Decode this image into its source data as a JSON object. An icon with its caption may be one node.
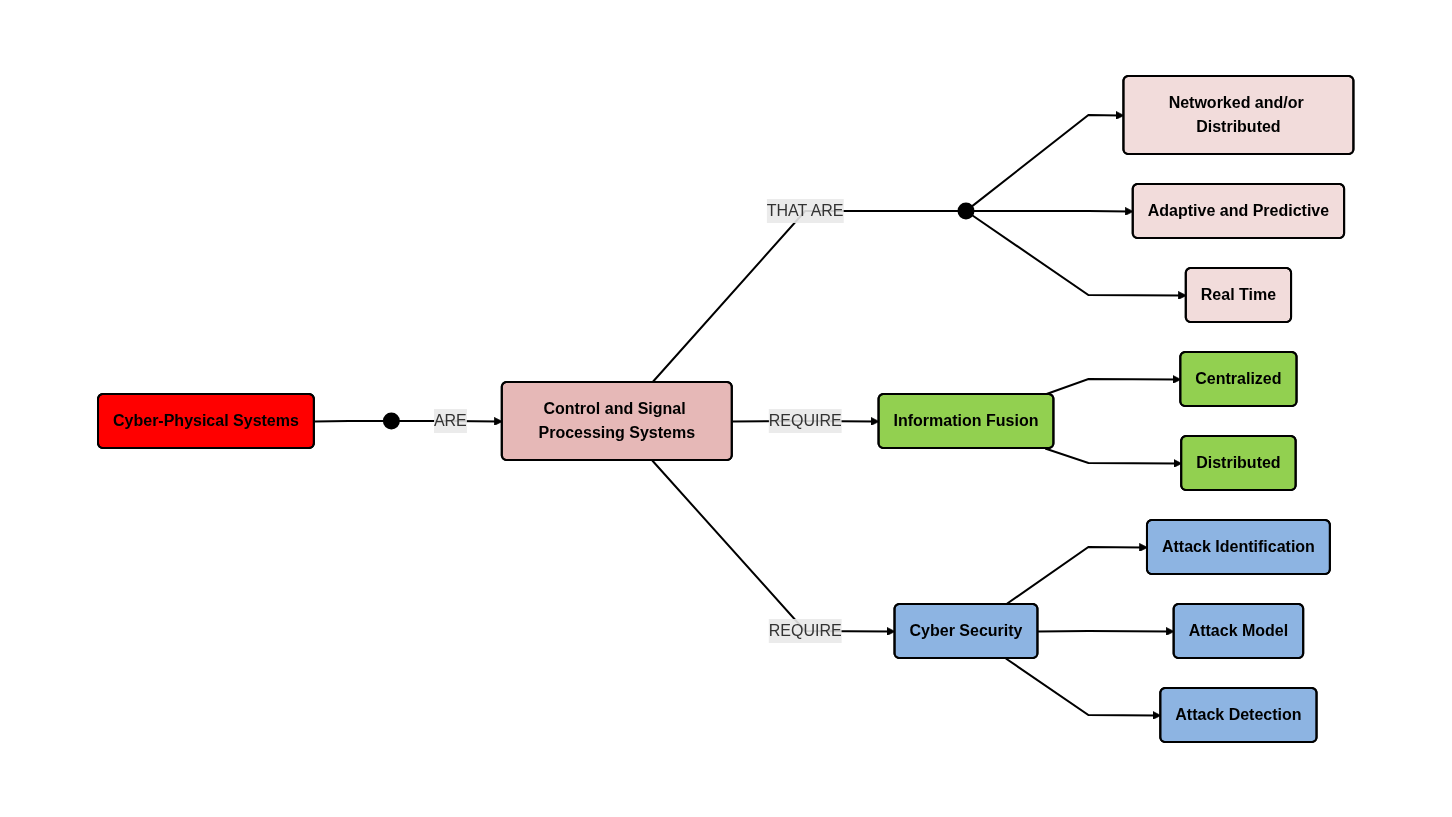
{
  "diagram": {
    "nodes": [
      {
        "text": [
          "Cyber-Physical Systems"
        ]
      },
      {
        "text": [],
        "shape": "circle"
      },
      {
        "text": [
          "Control and Signal Processing Systems"
        ]
      },
      {
        "text": [],
        "shape": "circle"
      },
      {
        "text": [
          "Networked and/or Distributed"
        ]
      },
      {
        "text": [
          "Adaptive and Predictive"
        ]
      },
      {
        "text": [
          "Real Time"
        ]
      },
      {
        "text": [
          "Information Fusion"
        ]
      },
      {
        "text": [
          "Centralized"
        ]
      },
      {
        "text": [
          "Distributed"
        ]
      },
      {
        "text": [
          "Cyber Security"
        ]
      },
      {
        "text": [
          "Attack Identification"
        ]
      },
      {
        "text": [
          "Attack Model"
        ]
      },
      {
        "text": [
          "Attack Detection"
        ]
      }
    ],
    "edges": [
      {
        "from": 0,
        "to": 1,
        "arrow": "none"
      },
      {
        "from": 1,
        "to": 2,
        "arrow": "to",
        "label": "ARE"
      },
      {
        "from": 2,
        "to": 3,
        "arrow": "none",
        "label": "THAT ARE"
      },
      {
        "from": 3,
        "to": 4,
        "arrow": "to"
      },
      {
        "from": 3,
        "to": 5,
        "arrow": "to"
      },
      {
        "from": 3,
        "to": 6,
        "arrow": "to"
      },
      {
        "from": 2,
        "to": 7,
        "arrow": "to",
        "label": "REQUIRE"
      },
      {
        "from": 7,
        "to": 8,
        "arrow": "to"
      },
      {
        "from": 7,
        "to": 9,
        "arrow": "to"
      },
      {
        "from": 2,
        "to": 10,
        "arrow": "to",
        "label": "REQUIRE"
      },
      {
        "from": 10,
        "to": 11,
        "arrow": "to"
      },
      {
        "from": 10,
        "to": 12,
        "arrow": "to"
      },
      {
        "from": 10,
        "to": 13,
        "arrow": "to"
      }
    ]
  }
}
